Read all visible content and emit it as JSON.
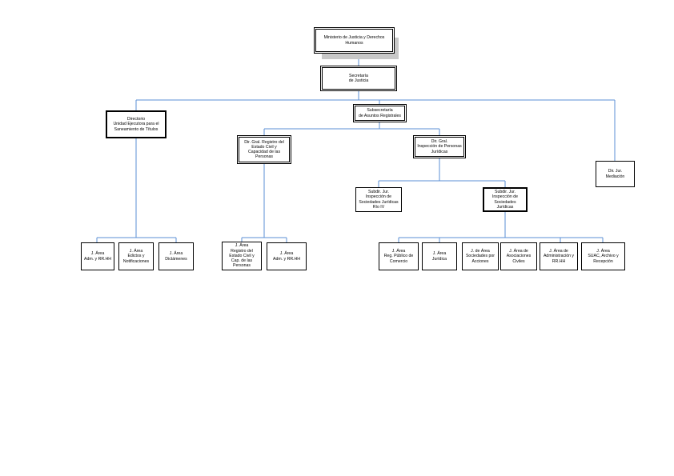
{
  "colors": {
    "line": "#5b8fd6",
    "border": "#000000",
    "shadow": "#c8c8c8"
  },
  "nodes": {
    "ministerio": "Ministerio de Justicia y Derechos\nHumanos",
    "secretaria": "Secretaría\nde Justicia",
    "subsecretaria": "Subsecretaría\nde Asuntos Registrales",
    "directorio": "Directorio\nUnidad Ejecutora para el\nSaneamiento de Títulos",
    "dir_registro": "Dir. Gral. Registro del\nEstado Civil y\nCapacidad de las\nPersonas",
    "dir_inspeccion": "Dir. Gral.\nInspección de Personas\nJurídicas",
    "dir_mediacion": "Dir. Jur.\nMediación",
    "subdir_rio": "Subdir. Jur.\nInspección de\nSociedades Jurídicas\nRío IV",
    "subdir_soc": "Subdir. Jur.\nInspección de\nSociedades\nJurídicas",
    "ja_adm1": "J. Área\nAdm. y RR.HH",
    "ja_edictos": "J. Área\nEdictos y\nNotificaciones",
    "ja_dictamenes": "J. Área\nDictámenes",
    "ja_registro": "J. Área\nRegistro del\nEstado Civil y\nCap. de las\nPersonas",
    "ja_adm2": "J. Área\nAdm. y RR.HH",
    "ja_reg_pub": "J. Área\nReg. Público de\nComercio",
    "ja_juridica": "J. Área\nJurídica",
    "ja_soc_acc": "J. de Área\nSociedades por\nAcciones",
    "ja_asoc": "J. Área de\nAsociaciones\nCiviles",
    "ja_admin": "J. Área de\nAdministración y\nRR.HH",
    "ja_suac": "J. Área\nSUAC, Archivo y\nRecepción"
  }
}
